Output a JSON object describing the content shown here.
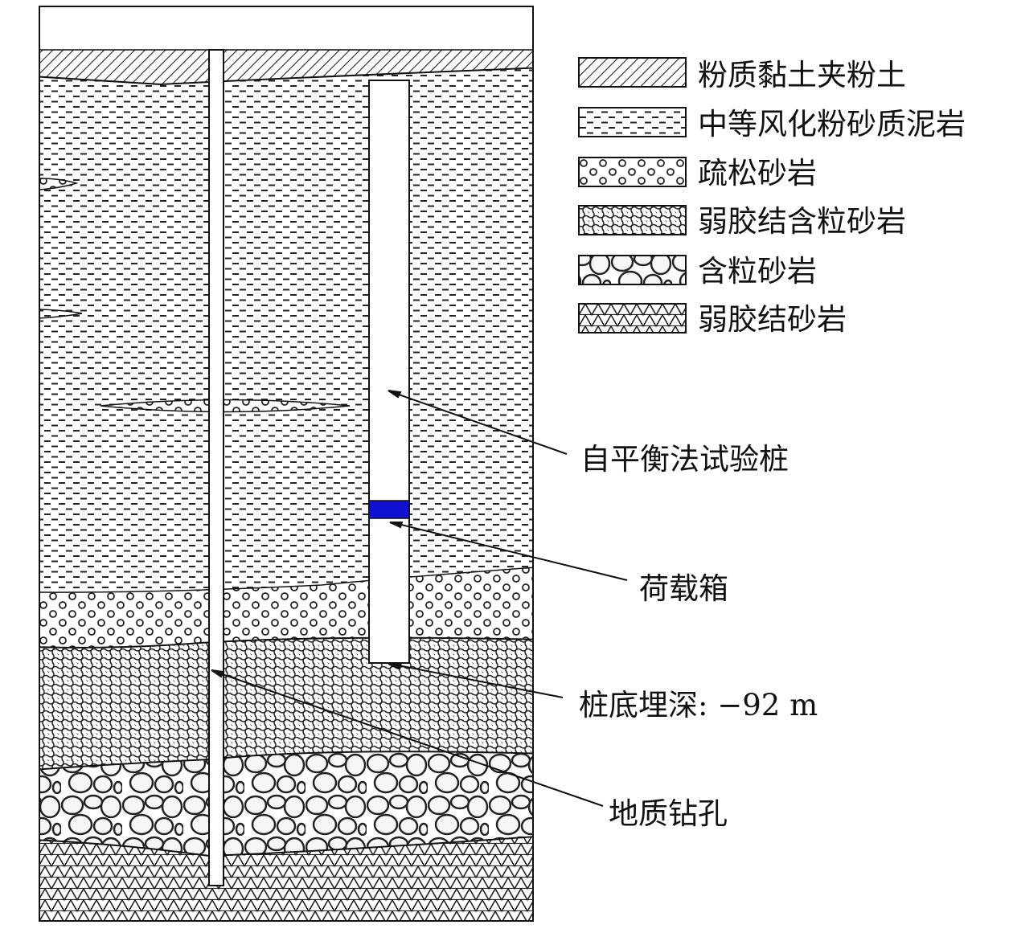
{
  "legend": [
    {
      "label": "粉质黏土夹粉土",
      "pattern": "hatch"
    },
    {
      "label": "中等风化粉砂质泥岩",
      "pattern": "dash"
    },
    {
      "label": "疏松砂岩",
      "pattern": "loose"
    },
    {
      "label": "弱胶结含粒砂岩",
      "pattern": "cells"
    },
    {
      "label": "含粒砂岩",
      "pattern": "pebble"
    },
    {
      "label": "弱胶结砂岩",
      "pattern": "cross"
    }
  ],
  "annotations": {
    "test_pile": "自平衡法试验桩",
    "load_box": "荷载箱",
    "pile_depth": "桩底埋深: −92 m",
    "borehole": "地质钻孔"
  },
  "colors": {
    "load_box": "#1010d0",
    "line": "#111111"
  }
}
